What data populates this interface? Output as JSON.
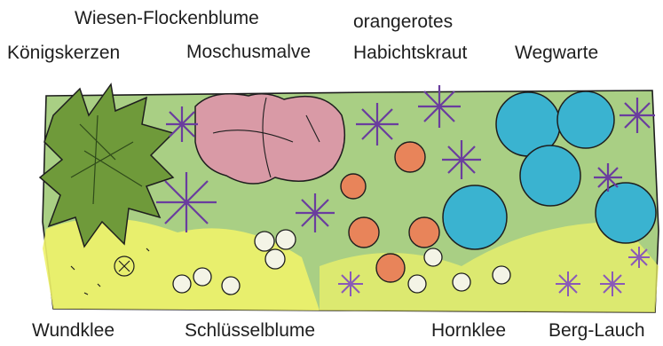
{
  "labels": {
    "wiesen_flockenblume": "Wiesen-Flockenblume",
    "koenigskerzen": "Königskerzen",
    "moschusmalve": "Moschusmalve",
    "orangerotes": "orangerotes",
    "habichtskraut": "Habichtskraut",
    "wegwarte": "Wegwarte",
    "wundklee": "Wundklee",
    "schluesselblume": "Schlüsselblume",
    "hornklee": "Hornklee",
    "berg_lauch": "Berg-Lauch"
  },
  "colors": {
    "bed_green": "#8fbf6a",
    "wundklee_yellow": "#eef26a",
    "koenigskerzen_green": "#6f9a3a",
    "moschusmalve_pink": "#d99aa6",
    "wiesen_flockenblume_purple": "#6a3d9e",
    "habichtskraut_orange": "#e8845a",
    "wegwarte_blue": "#3ab3d0",
    "schluesselblume_white": "#f4f4e6",
    "berg_lauch_purple": "#8a5ab8",
    "outline": "#1e1e1e"
  }
}
